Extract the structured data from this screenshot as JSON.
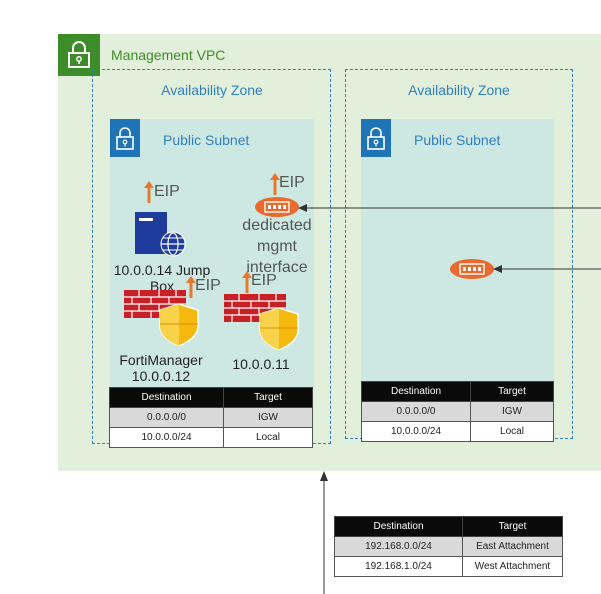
{
  "vpc": {
    "title": "Management VPC"
  },
  "az_left": {
    "title": "Availability Zone",
    "subnet": "Public Subnet"
  },
  "az_right": {
    "title": "Availability Zone",
    "subnet": "Public Subnet"
  },
  "eip_label": "EIP",
  "jumpbox": {
    "label": "10.0.0.14 Jump Box"
  },
  "fortimanager": {
    "label": "FortiManager 10.0.0.12"
  },
  "firewall2": {
    "label": "10.0.0.11"
  },
  "mgmt_interface": {
    "label": "dedicated mgmt interface"
  },
  "route_table_left": {
    "headers": [
      "Destination",
      "Target"
    ],
    "rows": [
      [
        "0.0.0.0/0",
        "IGW"
      ],
      [
        "10.0.0.0/24",
        "Local"
      ]
    ]
  },
  "route_table_right": {
    "headers": [
      "Destination",
      "Target"
    ],
    "rows": [
      [
        "0.0.0.0/0",
        "IGW"
      ],
      [
        "10.0.0.0/24",
        "Local"
      ]
    ]
  },
  "route_table_tgw": {
    "headers": [
      "Destination",
      "Target"
    ],
    "rows": [
      [
        "192.168.0.0/24",
        "East Attachment"
      ],
      [
        "192.168.1.0/24",
        "West Attachment"
      ]
    ]
  },
  "colors": {
    "vpc_bg": "#e2efda",
    "vpc_accent": "#3d8c2a",
    "az_border": "#2f7fc1",
    "subnet_bg": "#cde8e2",
    "subnet_icon": "#1f74b8",
    "firewall_red": "#c62127",
    "eni_orange": "#e86a2d",
    "eip_arrow": "#e8782d"
  }
}
